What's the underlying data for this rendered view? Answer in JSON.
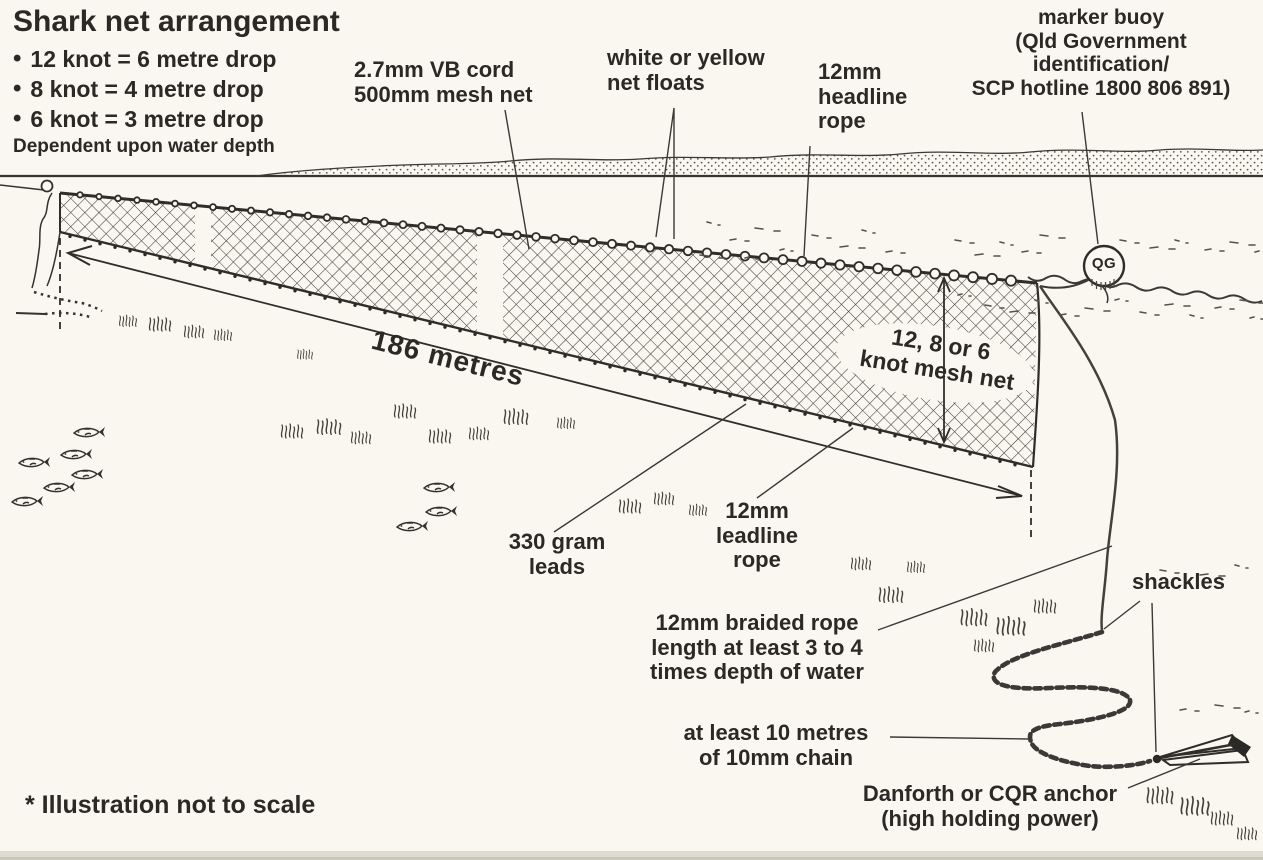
{
  "title": "Shark net arrangement",
  "legend": {
    "bullet": "•",
    "items": [
      "12 knot = 6 metre drop",
      "8 knot = 4 metre drop",
      "6 knot = 3 metre drop"
    ],
    "note": "Dependent upon water depth"
  },
  "labels": {
    "vb_cord": "2.7mm VB cord\n500mm mesh net",
    "net_floats": "white or yellow\nnet floats",
    "headline_rope": "12mm\nheadline\nrope",
    "marker_buoy": "marker buoy\n(Qld Government\nidentification/\nSCP hotline 1800 806 891)",
    "net_length": "186 metres",
    "mesh_net": "12, 8 or 6\nknot mesh net",
    "leads": "330 gram\nleads",
    "leadline_rope": "12mm\nleadline\nrope",
    "braided_rope": "12mm braided rope\nlength at least 3 to 4\ntimes depth of water",
    "chain": "at least 10 metres\nof 10mm chain",
    "shackles": "shackles",
    "anchor": "Danforth or CQR anchor\n(high holding power)",
    "buoy_marking": "QG",
    "footnote": "* Illustration not to scale"
  },
  "colors": {
    "paper": "#f9f7ef",
    "ink": "#2b2925"
  }
}
